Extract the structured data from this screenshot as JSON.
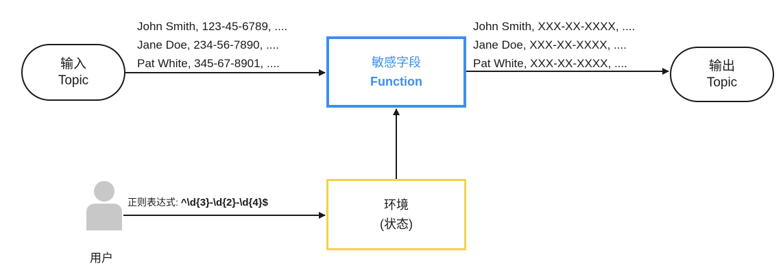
{
  "input_topic": {
    "title": "输入",
    "subtitle": "Topic"
  },
  "output_topic": {
    "title": "输出",
    "subtitle": "Topic"
  },
  "function_box": {
    "title": "敏感字段",
    "name": "Function"
  },
  "environment_box": {
    "title": "环境",
    "subtitle": "(状态)"
  },
  "input_records": [
    "John Smith, 123-45-6789, ....",
    "Jane Doe, 234-56-7890, ....",
    "Pat White, 345-67-8901, ...."
  ],
  "output_records": [
    "John Smith, XXX-XX-XXXX, ....",
    "Jane Doe, XXX-XX-XXXX, ....",
    "Pat White, XXX-XX-XXXX, ...."
  ],
  "regex_edge": {
    "label": "正则表达式: ",
    "pattern": "^\\d{3}-\\d{2}-\\d{4}$"
  },
  "user": {
    "label": "用户",
    "icon": "user-icon"
  },
  "colors": {
    "function_border": "#3d8fec",
    "environment_border": "#f5d24a",
    "user_icon": "#c8c8c8",
    "line": "#1a1a1a"
  }
}
